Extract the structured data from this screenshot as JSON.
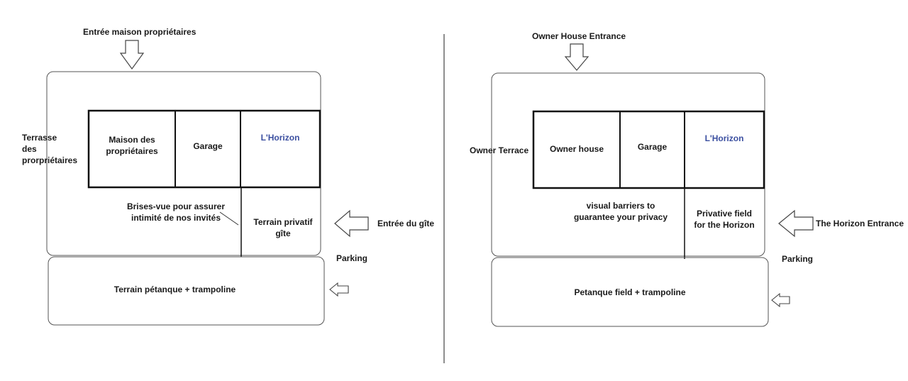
{
  "colors": {
    "accent": "#3b4fa0",
    "line": "#222222"
  },
  "icons": [
    "down-arrow-icon",
    "left-arrow-icon"
  ],
  "french": {
    "top_entrance": "Entrée maison propriétaires",
    "terrace": "Terrasse\ndes\nprorpriétaires",
    "owner_house": "Maison des\npropriétaires",
    "garage": "Garage",
    "horizon": "L'Horizon",
    "barriers": "Brises-vue pour assurer\nintimité de nos invités",
    "private_field": "Terrain privatif\ngîte",
    "side_entrance": "Entrée du gîte",
    "parking": "Parking",
    "petanque": "Terrain pétanque + trampoline"
  },
  "english": {
    "top_entrance": "Owner House Entrance",
    "terrace": "Owner Terrace",
    "owner_house": "Owner house",
    "garage": "Garage",
    "horizon": "L'Horizon",
    "barriers": "visual barriers to\nguarantee your privacy",
    "private_field": "Privative field\nfor the Horizon",
    "side_entrance": "The Horizon Entrance",
    "parking": "Parking",
    "petanque": "Petanque field + trampoline"
  }
}
